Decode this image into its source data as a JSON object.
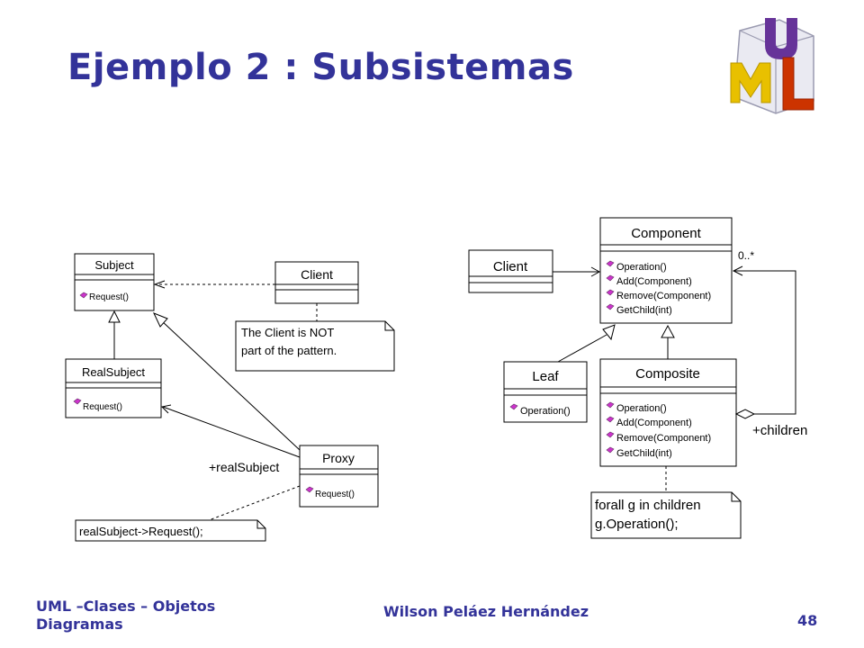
{
  "slide": {
    "title": "Ejemplo 2 : Subsistemas",
    "logo_text": "UML",
    "footer_left": "UML –Clases – Objetos Diagramas",
    "footer_center": "Wilson Peláez Hernández",
    "page_number": "48"
  },
  "proxy_diagram": {
    "subject": {
      "name": "Subject",
      "operation": "Request()"
    },
    "client": {
      "name": "Client"
    },
    "client_note": [
      "The Client is NOT",
      "part of the pattern."
    ],
    "real_subject": {
      "name": "RealSubject",
      "operation": "Request()"
    },
    "proxy": {
      "name": "Proxy",
      "operation": "Request()"
    },
    "association_role": "+realSubject",
    "proxy_note": "realSubject->Request();"
  },
  "composite_diagram": {
    "client": {
      "name": "Client"
    },
    "component": {
      "name": "Component",
      "operations": [
        "Operation()",
        "Add(Component)",
        "Remove(Component)",
        "GetChild(int)"
      ]
    },
    "multiplicity": "0..*",
    "leaf": {
      "name": "Leaf",
      "operation": "Operation()"
    },
    "composite": {
      "name": "Composite",
      "operations": [
        "Operation()",
        "Add(Component)",
        "Remove(Component)",
        "GetChild(int)"
      ]
    },
    "children_role": "+children",
    "composite_note": [
      "forall g in children",
      "g.Operation();"
    ]
  },
  "colors": {
    "title": "#333399",
    "operation_icon": "#cc33cc",
    "logo_u": "#663399",
    "logo_m": "#e8c000",
    "logo_l": "#cc3300"
  }
}
